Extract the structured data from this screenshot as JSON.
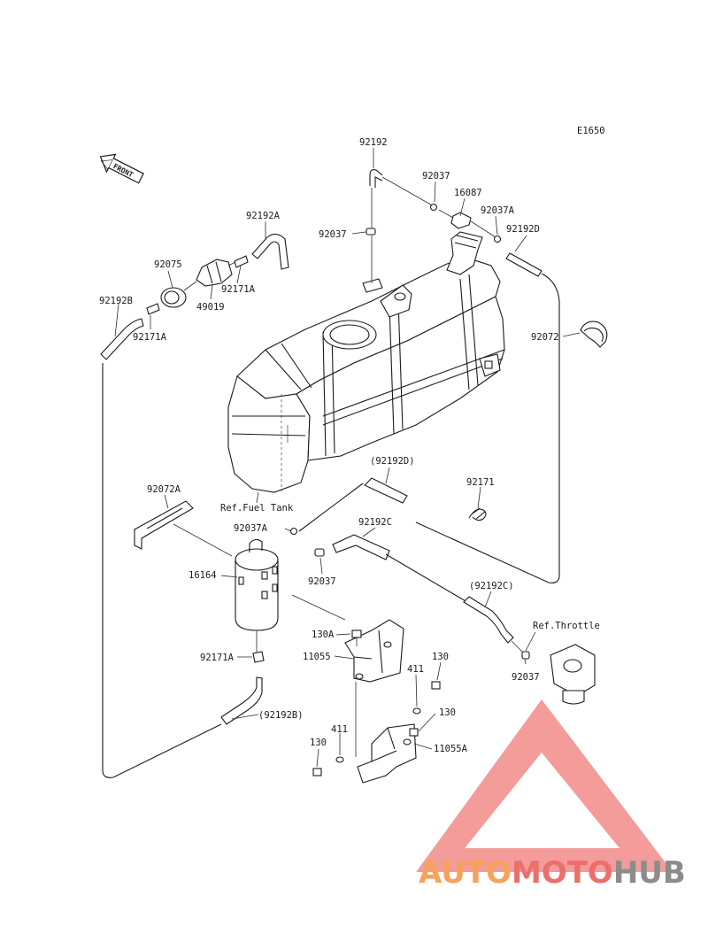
{
  "diagram": {
    "code": "E1650",
    "front_label": "FRONT",
    "part_labels": {
      "p92192": "92192",
      "p92037_top": "92037",
      "p16087": "16087",
      "p92037A_top": "92037A",
      "p92192D_top": "92192D",
      "p92037_left": "92037",
      "p92192A": "92192A",
      "p92075": "92075",
      "p92171A_mid": "92171A",
      "p49019": "49019",
      "p92192B_top": "92192B",
      "p92171A_left": "92171A",
      "p92072": "92072",
      "p92192D_paren": "(92192D)",
      "p92171": "92171",
      "p92072A": "92072A",
      "ref_fuel_tank": "Ref.Fuel Tank",
      "p92192C": "92192C",
      "p92037A_mid": "92037A",
      "p16164": "16164",
      "p92037_mid": "92037",
      "p92192C_paren": "(92192C)",
      "ref_throttle": "Ref.Throttle",
      "p130A": "130A",
      "p11055": "11055",
      "p92171A_low": "92171A",
      "p130_right": "130",
      "p411_right": "411",
      "p92037_right": "92037",
      "p130_mid": "130",
      "p92192B_paren": "(92192B)",
      "p411_left": "411",
      "p130_left": "130",
      "p11055A": "11055A"
    }
  },
  "watermark": {
    "part1": "AUTO",
    "part2": "MOTO",
    "part3": "HUB",
    "colors": {
      "orange": "#f6a25a",
      "red": "#ec6f6c",
      "gray": "#8c8c8c"
    }
  }
}
